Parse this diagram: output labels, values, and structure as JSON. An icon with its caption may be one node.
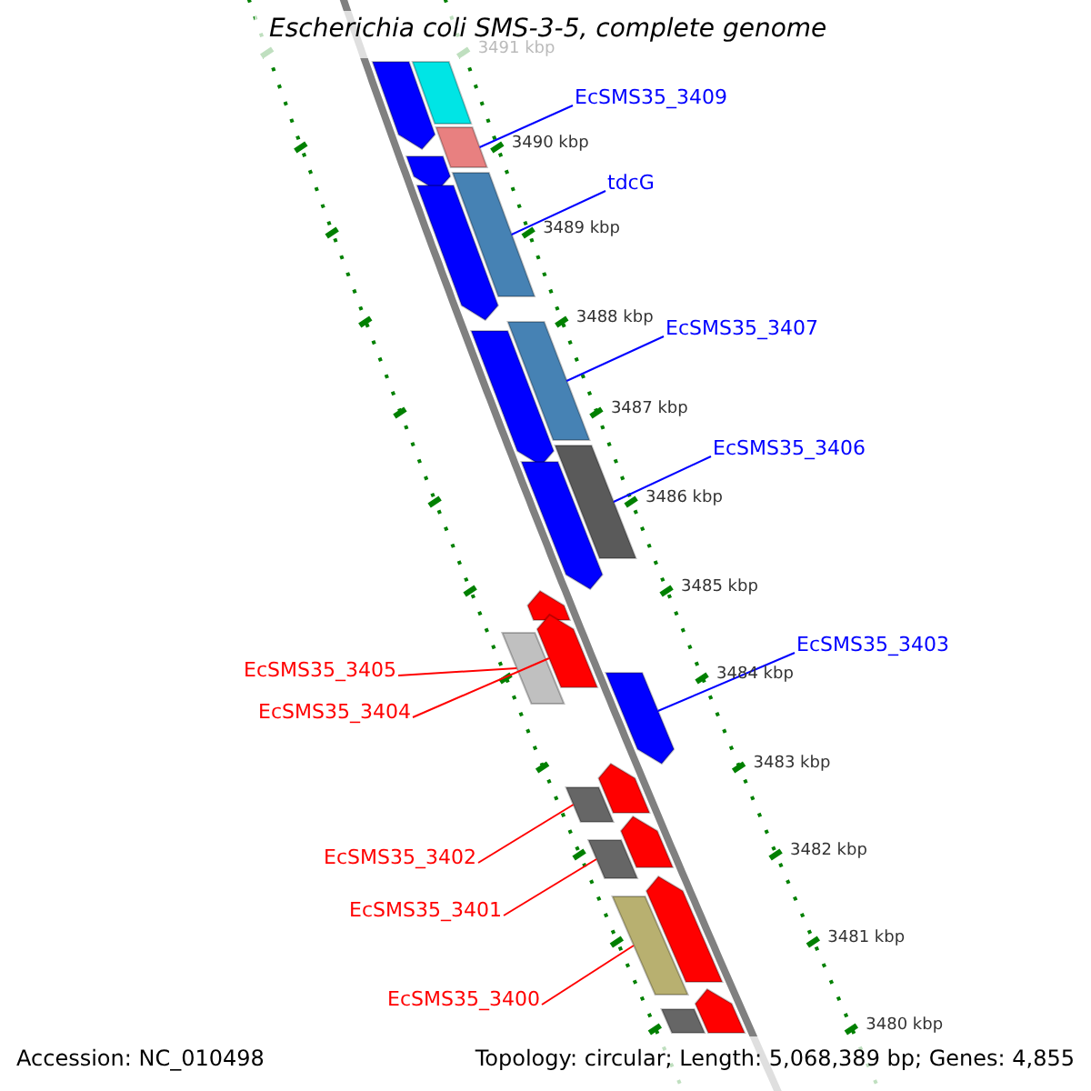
{
  "diagram": {
    "title": "Escherichia coli SMS-3-5, complete genome",
    "nodes": [
      {
        "text": [
          "EcSMS35_3409"
        ]
      },
      {
        "text": [
          "tdcG"
        ]
      },
      {
        "text": [
          "EcSMS35_3407"
        ]
      },
      {
        "text": [
          "EcSMS35_3406"
        ]
      },
      {
        "text": [
          "EcSMS35_3403"
        ]
      },
      {
        "text": [
          "EcSMS35_3405"
        ]
      },
      {
        "text": [
          "EcSMS35_3404"
        ]
      },
      {
        "text": [
          "EcSMS35_3402"
        ]
      },
      {
        "text": [
          "EcSMS35_3401"
        ]
      },
      {
        "text": [
          "EcSMS35_3400"
        ]
      },
      {
        "text": [],
        "shape": "bar"
      },
      {
        "text": [],
        "shape": "arrow"
      },
      {
        "text": [],
        "shape": "bar"
      },
      {
        "text": [],
        "shape": "arrow"
      },
      {
        "text": [],
        "shape": "bar"
      },
      {
        "text": [],
        "shape": "arrow"
      },
      {
        "text": [],
        "shape": "bar"
      },
      {
        "text": [],
        "shape": "arrow"
      },
      {
        "text": [],
        "shape": "bar"
      },
      {
        "text": [],
        "shape": "arrow"
      },
      {
        "text": [],
        "shape": "arrow"
      },
      {
        "text": [],
        "shape": "arrow"
      },
      {
        "text": [],
        "shape": "bar"
      },
      {
        "text": [],
        "shape": "arrow"
      },
      {
        "text": [],
        "shape": "arrow"
      },
      {
        "text": [],
        "shape": "bar"
      },
      {
        "text": [],
        "shape": "arrow"
      },
      {
        "text": [],
        "shape": "bar"
      },
      {
        "text": [],
        "shape": "arrow"
      },
      {
        "text": [],
        "shape": "bar"
      },
      {
        "text": [],
        "shape": "arrow"
      },
      {
        "text": [],
        "shape": "bar"
      }
    ],
    "edges": [
      {
        "from": 0,
        "to": 12,
        "arrow": "none",
        "color": "#0000ff"
      },
      {
        "from": 1,
        "to": 14,
        "arrow": "none",
        "color": "#0000ff"
      },
      {
        "from": 2,
        "to": 16,
        "arrow": "none",
        "color": "#0000ff"
      },
      {
        "from": 3,
        "to": 18,
        "arrow": "none",
        "color": "#0000ff"
      },
      {
        "from": 4,
        "to": 23,
        "arrow": "none",
        "color": "#0000ff"
      },
      {
        "from": 5,
        "to": 22,
        "arrow": "none",
        "color": "#ff0000"
      },
      {
        "from": 6,
        "to": 21,
        "arrow": "none",
        "color": "#ff0000"
      },
      {
        "from": 7,
        "to": 25,
        "arrow": "none",
        "color": "#ff0000"
      },
      {
        "from": 8,
        "to": 27,
        "arrow": "none",
        "color": "#ff0000"
      },
      {
        "from": 9,
        "to": 29,
        "arrow": "none",
        "color": "#ff0000"
      }
    ],
    "labels": [
      "3491 kbp",
      "3490 kbp",
      "3489 kbp",
      "3488 kbp",
      "3487 kbp",
      "3486 kbp",
      "3485 kbp",
      "3484 kbp",
      "3483 kbp",
      "3482 kbp",
      "3481 kbp",
      "3480 kbp",
      "Accession: NC_010498",
      "Topology: circular; Length: 5,068,389 bp; Genes: 4,855"
    ]
  }
}
